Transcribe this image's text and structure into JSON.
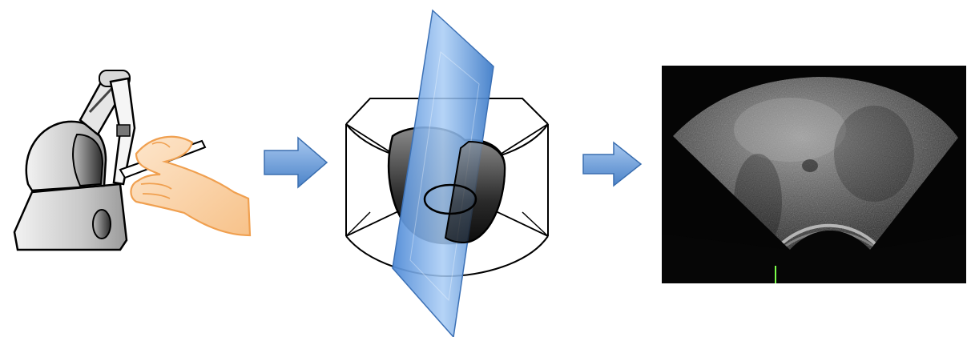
{
  "diagram": {
    "stages": [
      {
        "id": "haptic-device",
        "icon": "haptic-device-with-hand-icon"
      },
      {
        "id": "volume-slicing",
        "icon": "volume-slice-plane-icon"
      },
      {
        "id": "ultrasound-image",
        "icon": "ultrasound-sector-image"
      }
    ],
    "connectors": [
      {
        "from": "haptic-device",
        "to": "volume-slicing",
        "icon": "right-arrow-icon"
      },
      {
        "from": "volume-slicing",
        "to": "ultrasound-image",
        "icon": "right-arrow-icon"
      }
    ],
    "colors": {
      "arrow": "#5b93d6",
      "hand_fill": "#fbd2a6",
      "hand_stroke": "#f0a050",
      "plane": "#6aa4e4",
      "ultrasound_bg": "#050505",
      "probe_marker": "#7cff4a"
    }
  }
}
